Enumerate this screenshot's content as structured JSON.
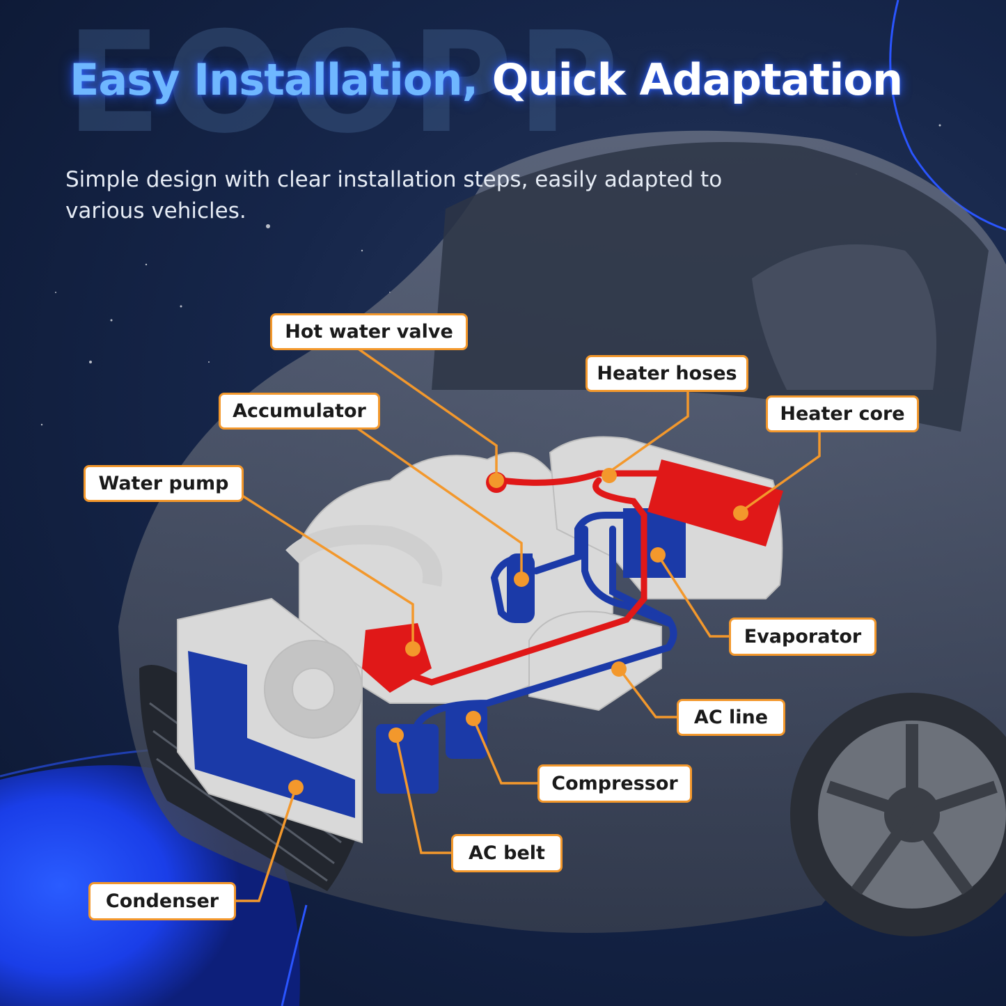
{
  "watermark": "EOOPP",
  "headline": {
    "part1": "Easy Installation,",
    "part2": "Quick Adaptation"
  },
  "subtitle": "Simple design with clear installation steps, easily adapted to various vehicles.",
  "callouts": {
    "hot_water_valve": "Hot water valve",
    "heater_hoses": "Heater hoses",
    "accumulator": "Accumulator",
    "heater_core": "Heater core",
    "water_pump": "Water pump",
    "evaporator": "Evaporator",
    "ac_line": "AC line",
    "compressor": "Compressor",
    "ac_belt": "AC belt",
    "condenser": "Condenser"
  },
  "colors": {
    "accent_orange": "#f3982c",
    "hot_red": "#e01818",
    "cold_blue": "#1b3aa8",
    "glow_blue": "#1f4dff",
    "engine_gray": "#d9d9d9"
  }
}
